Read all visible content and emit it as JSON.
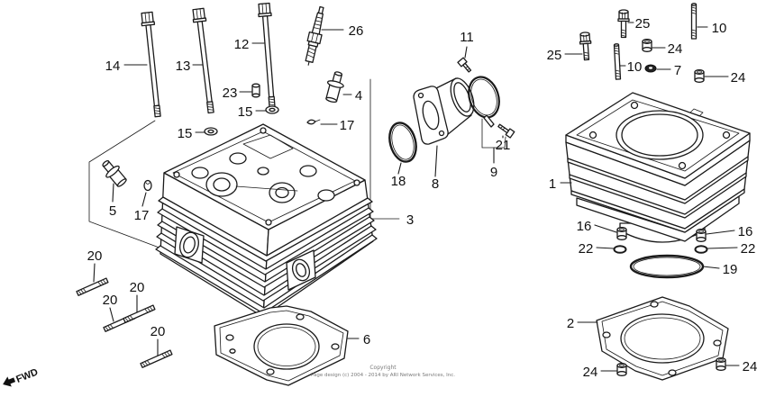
{
  "diagram": {
    "callouts": [
      "14",
      "13",
      "12",
      "26",
      "23",
      "4",
      "15",
      "15",
      "17",
      "5",
      "17",
      "3",
      "18",
      "8",
      "11",
      "21",
      "9",
      "25",
      "10",
      "25",
      "24",
      "10",
      "7",
      "24",
      "1",
      "16",
      "16",
      "22",
      "22",
      "19",
      "2",
      "24",
      "24",
      "20",
      "20",
      "20",
      "20",
      "6"
    ]
  },
  "direction": {
    "label": "FWD"
  },
  "footer": {
    "copyright": "Copyright",
    "credit": "Page design (c) 2004 - 2014 by ARI Network Services, Inc."
  }
}
